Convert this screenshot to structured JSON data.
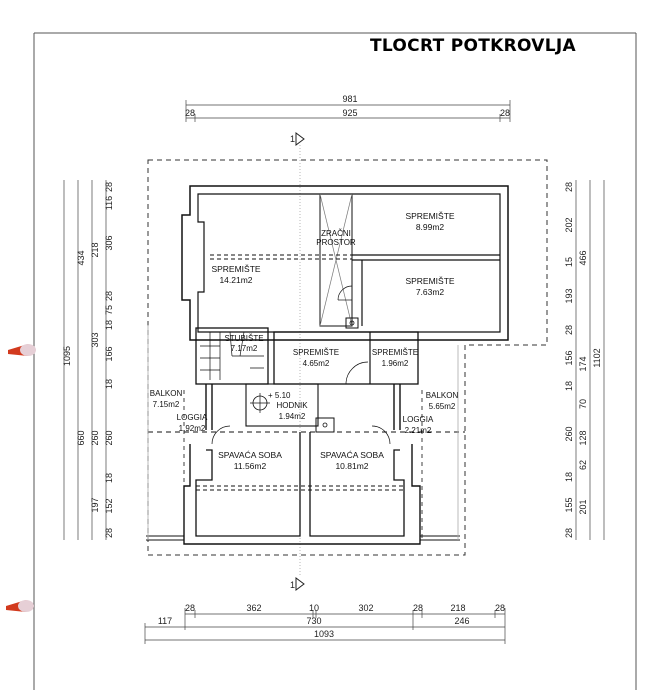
{
  "title": "TLOCRT POTKROVLJA",
  "section_marker": "1",
  "top_dimensions": {
    "overall": "981",
    "inner": "925",
    "left_wall": "28",
    "right_wall": "28"
  },
  "bottom_dimensions": {
    "row1": [
      "28",
      "362",
      "10",
      "302",
      "28",
      "218",
      "28"
    ],
    "row2": [
      "117",
      "730",
      "246"
    ],
    "row3": "1093"
  },
  "left_dimensions": {
    "col_outer": [
      "1095"
    ],
    "col_mid1": [
      "434",
      "660"
    ],
    "col_mid2": [
      "218",
      "303",
      "260",
      "197"
    ],
    "col_inner": [
      "28",
      "116",
      "306",
      "28",
      "75",
      "18",
      "166",
      "18",
      "260",
      "18",
      "152",
      "28"
    ]
  },
  "right_dimensions": {
    "col_inner": [
      "28",
      "202",
      "15",
      "193",
      "28",
      "156",
      "18",
      "260",
      "18",
      "155",
      "28"
    ],
    "col_mid": [
      "466",
      "174",
      "70",
      "128",
      "62",
      "201"
    ],
    "col_outer": [
      "1102"
    ]
  },
  "rooms": [
    {
      "name": "SPREMIŠTE",
      "area": "14.21m2"
    },
    {
      "name": "ZRAČNI",
      "area": "PROSTOR"
    },
    {
      "name": "SPREMIŠTE",
      "area": "8.99m2"
    },
    {
      "name": "SPREMIŠTE",
      "area": "7.63m2"
    },
    {
      "name": "STUBIŠTE",
      "area": "7.17m2"
    },
    {
      "name": "SPREMIŠTE",
      "area": "4.65m2"
    },
    {
      "name": "SPREMIŠTE",
      "area": "1.96m2"
    },
    {
      "name": "HODNIK",
      "area": "1.94m2"
    },
    {
      "name": "BALKON",
      "area": "7.15m2"
    },
    {
      "name": "BALKON",
      "area": "5.65m2"
    },
    {
      "name": "LOGGIA",
      "area": "1.92m2"
    },
    {
      "name": "LOGGIA",
      "area": "2.21m2"
    },
    {
      "name": "SPAVAĆA SOBA",
      "area": "11.56m2"
    },
    {
      "name": "SPAVAĆA SOBA",
      "area": "10.81m2"
    }
  ],
  "level_mark": "+ 5.10"
}
